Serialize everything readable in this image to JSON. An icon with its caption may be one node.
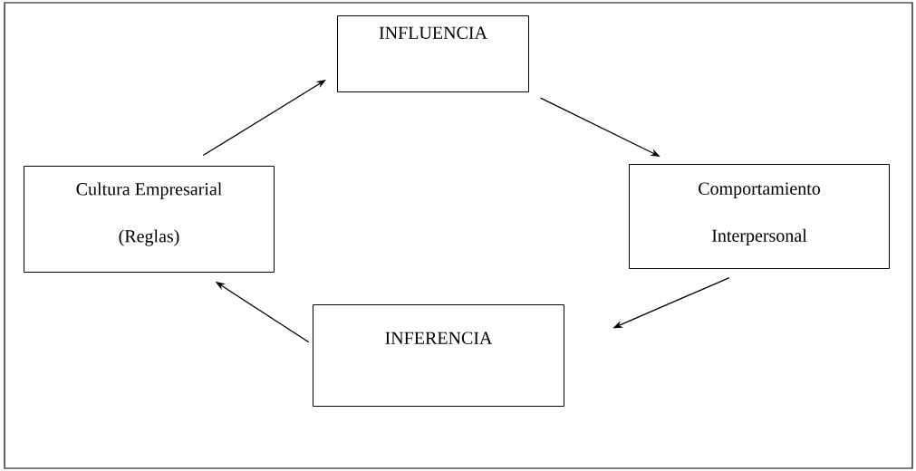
{
  "diagram": {
    "nodes": [
      {
        "text": [
          "INFLUENCIA"
        ]
      },
      {
        "text": [
          "Cultura Empresarial (Reglas)"
        ]
      },
      {
        "text": [
          "Comportamiento Interpersonal"
        ]
      },
      {
        "text": [
          "INFERENCIA"
        ]
      }
    ],
    "edges": [
      {
        "from": 1,
        "to": 0,
        "arrow": "to"
      },
      {
        "from": 0,
        "to": 2,
        "arrow": "to"
      },
      {
        "from": 2,
        "to": 3,
        "arrow": "to"
      },
      {
        "from": 3,
        "to": 1,
        "arrow": "to"
      }
    ]
  }
}
